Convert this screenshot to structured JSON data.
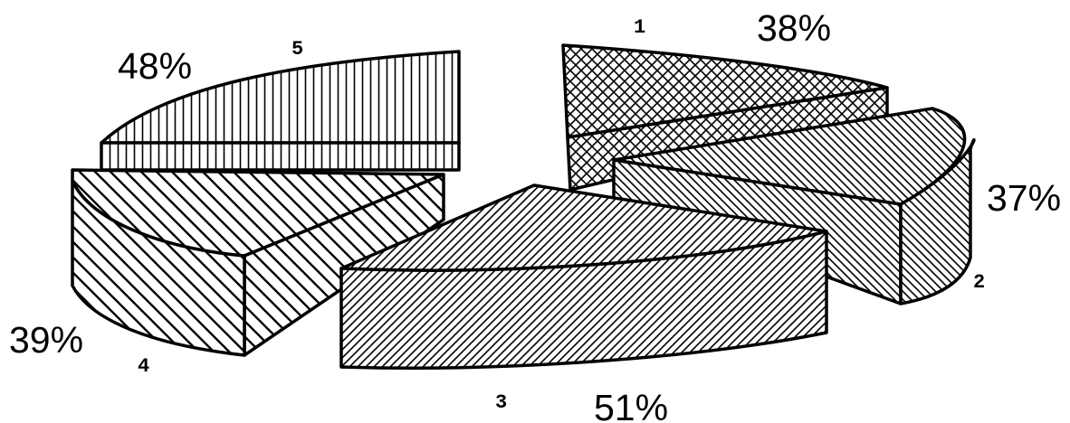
{
  "chart_data": {
    "type": "pie",
    "style": "3d-exploded",
    "categories": [
      "1",
      "2",
      "3",
      "4",
      "5"
    ],
    "values": [
      38,
      37,
      51,
      39,
      48
    ],
    "value_labels": [
      "38%",
      "37%",
      "51%",
      "39%",
      "48%"
    ],
    "fill_patterns": [
      "crosshatch",
      "diagonal-back-dense",
      "diagonal-forward",
      "diagonal-back-wide",
      "vertical-lines"
    ],
    "title": "",
    "legend": "none"
  }
}
